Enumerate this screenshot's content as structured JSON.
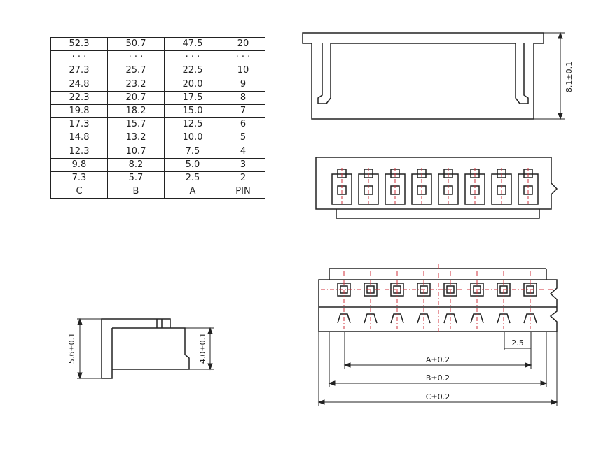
{
  "table": {
    "rows": [
      [
        "52.3",
        "50.7",
        "47.5",
        "20"
      ],
      [
        "· · ·",
        "· · ·",
        "· · ·",
        "· · ·"
      ],
      [
        "27.3",
        "25.7",
        "22.5",
        "10"
      ],
      [
        "24.8",
        "23.2",
        "20.0",
        "9"
      ],
      [
        "22.3",
        "20.7",
        "17.5",
        "8"
      ],
      [
        "19.8",
        "18.2",
        "15.0",
        "7"
      ],
      [
        "17.3",
        "15.7",
        "12.5",
        "6"
      ],
      [
        "14.8",
        "13.2",
        "10.0",
        "5"
      ],
      [
        "12.3",
        "10.7",
        "7.5",
        "4"
      ],
      [
        "9.8",
        "8.2",
        "5.0",
        "3"
      ],
      [
        "7.3",
        "5.7",
        "2.5",
        "2"
      ]
    ],
    "headers": [
      "C",
      "B",
      "A",
      "PIN"
    ]
  },
  "dimensions": {
    "height_top_view": "8.1±0.1",
    "height_side_total": "5.6±0.1",
    "height_side_inner": "4.0±0.1",
    "pitch": "2.5",
    "a": "A±0.2",
    "b": "B±0.2",
    "c": "C±0.2"
  },
  "colors": {
    "line": "#222222",
    "centerline": "#d0313b"
  }
}
